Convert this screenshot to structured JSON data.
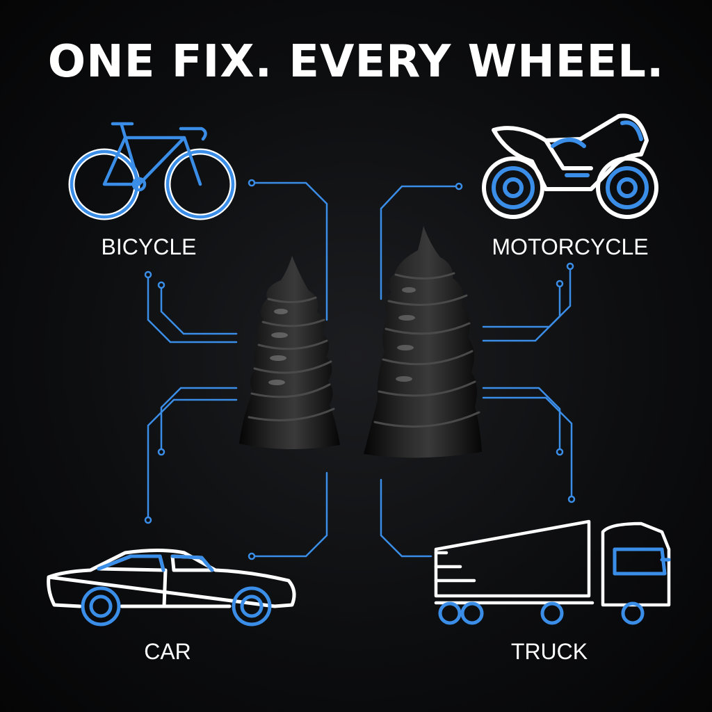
{
  "headline": "ONE FIX. EVERY WHEEL.",
  "vehicles": {
    "bicycle": {
      "label": "BICYCLE",
      "icon": "bicycle-icon"
    },
    "motorcycle": {
      "label": "MOTORCYCLE",
      "icon": "motorcycle-icon"
    },
    "car": {
      "label": "CAR",
      "icon": "car-icon"
    },
    "truck": {
      "label": "TRUCK",
      "icon": "truck-icon"
    }
  },
  "product": {
    "icon": "rubber-plug-nail-icon",
    "count": 2
  },
  "colors": {
    "background": "#0d0e10",
    "accent_blue": "#3b8ee8",
    "line_white": "#ffffff",
    "product_black": "#111111"
  }
}
